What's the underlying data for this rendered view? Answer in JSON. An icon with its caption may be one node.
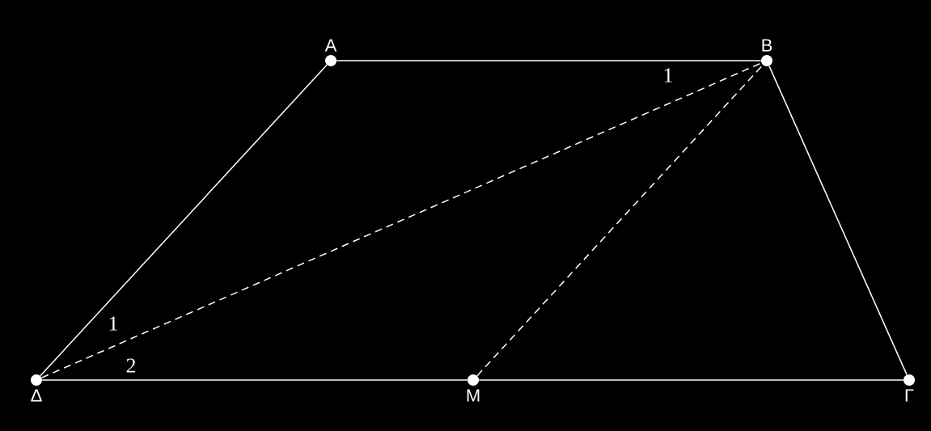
{
  "diagram": {
    "nodes": [
      {
        "text": [
          "A"
        ]
      },
      {
        "text": [
          "B"
        ]
      },
      {
        "text": [
          "Γ"
        ]
      },
      {
        "text": [
          "Δ"
        ]
      },
      {
        "text": [
          "M"
        ]
      }
    ],
    "edges": [
      {
        "from": 3,
        "to": 0,
        "arrow": "none"
      },
      {
        "from": 0,
        "to": 1,
        "arrow": "none"
      },
      {
        "from": 1,
        "to": 2,
        "arrow": "none"
      },
      {
        "from": 3,
        "to": 4,
        "arrow": "none"
      },
      {
        "from": 4,
        "to": 2,
        "arrow": "none"
      },
      {
        "from": 3,
        "to": 1,
        "arrow": "none",
        "style": "dashed"
      },
      {
        "from": 4,
        "to": 1,
        "arrow": "none",
        "style": "dashed"
      }
    ],
    "labels": [
      "1",
      "1",
      "2"
    ]
  }
}
